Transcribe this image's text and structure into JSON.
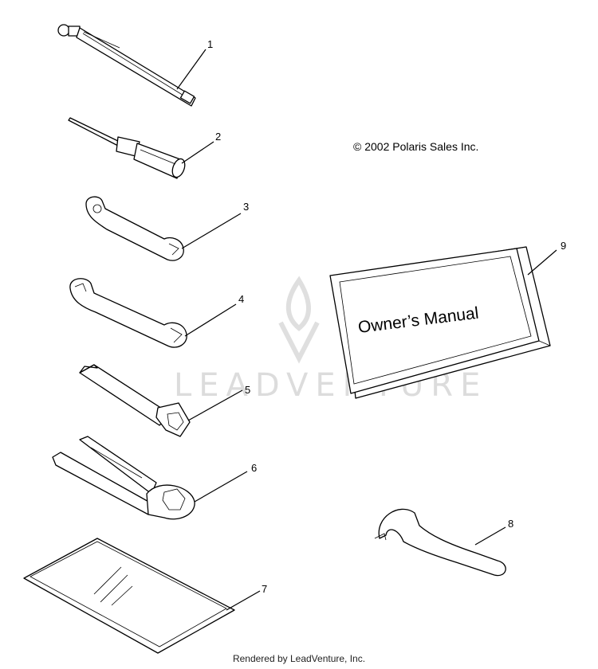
{
  "copyright": "© 2002 Polaris Sales Inc.",
  "manual_title": "Owner’s Manual",
  "watermark": "LEADVENTURE",
  "footer": "Rendered by LeadVenture, Inc.",
  "callouts": [
    {
      "number": "1",
      "part": "tire pressure gauge"
    },
    {
      "number": "2",
      "part": "screwdriver"
    },
    {
      "number": "3",
      "part": "small wrench"
    },
    {
      "number": "4",
      "part": "wrench"
    },
    {
      "number": "5",
      "part": "spark plug socket"
    },
    {
      "number": "6",
      "part": "tool holder"
    },
    {
      "number": "7",
      "part": "tool bag"
    },
    {
      "number": "8",
      "part": "spanner wrench"
    },
    {
      "number": "9",
      "part": "owner's manual"
    }
  ]
}
